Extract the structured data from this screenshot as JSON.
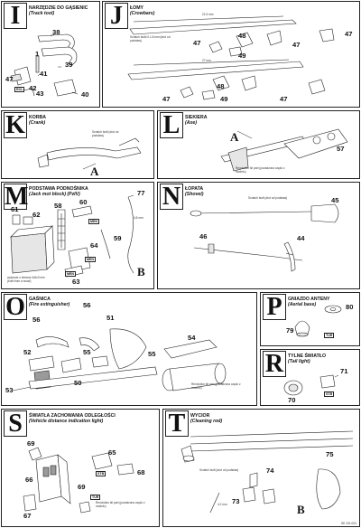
{
  "panels": {
    "I": {
      "letter": "I",
      "title": "NARZĘDZIE DO GĄSIENIC",
      "subtitle": "(Track tool)",
      "labels": [
        "38",
        "1",
        "41",
        "39",
        "47",
        "42",
        "43",
        "40"
      ],
      "tag": "RCL"
    },
    "J": {
      "letter": "J",
      "title": "ŁOMY",
      "subtitle": "(Crowbars)",
      "dim1": "21.5 mm",
      "dim2": "27 mm",
      "note": "Scratch build 0.1.8 mm (drut od podstaw)",
      "labels": [
        "48",
        "47",
        "47",
        "49",
        "47",
        "48",
        "47",
        "47",
        "49"
      ]
    },
    "K": {
      "letter": "K",
      "title": "KORBA",
      "subtitle": "(Crank)",
      "note": "Scratch built (drut od podstaw)",
      "ref": "A"
    },
    "L": {
      "letter": "L",
      "title": "SIEKIERA",
      "subtitle": "(Axe)",
      "note": "Revolution kit part (pozadzona część z modelu)",
      "ref": "A",
      "labels": [
        "57"
      ]
    },
    "M": {
      "letter": "M",
      "title": "PODSTAWA PODNOŚNIKA",
      "subtitle": "(Jack mot block) (PzIV)",
      "labels": [
        "61",
        "62",
        "58",
        "60",
        "77",
        "59",
        "64",
        "63"
      ],
      "tags": [
        "MEN",
        "MEN",
        "MEN"
      ],
      "note": "wykonać z drewna 0x6x3 mm (built from a wood)",
      "ref": "B",
      "dim": "4.8 mm"
    },
    "N": {
      "letter": "N",
      "title": "ŁOPATA",
      "subtitle": "(Shovel)",
      "note": "Scratch built (drut od podstaw)",
      "labels": [
        "45",
        "46",
        "44"
      ]
    },
    "O": {
      "letter": "O",
      "title": "GAŚNICA",
      "subtitle": "(Fire extinguisher)",
      "labels": [
        "56",
        "56",
        "51",
        "54",
        "52",
        "55",
        "55",
        "53",
        "50"
      ],
      "note": "Revolution kit part (pozadzona część z modelu)"
    },
    "P": {
      "letter": "P",
      "title": "GNIAZDO ANTENY",
      "subtitle": "(Aerial base)",
      "labels": [
        "80",
        "79"
      ],
      "tag": "TUR"
    },
    "R": {
      "letter": "R",
      "title": "TYLNE ŚWIATŁO",
      "subtitle": "(Tail light)",
      "labels": [
        "71",
        "70"
      ],
      "tag": "STB"
    },
    "S": {
      "letter": "S",
      "title": "ŚWIATŁA ZACHOWANIA ODLEGŁOŚCI",
      "subtitle": "(Vehicle distance indication light)",
      "labels": [
        "69",
        "66",
        "67",
        "65",
        "68",
        "69"
      ],
      "tags": [
        "STB",
        "TUR"
      ],
      "note": "Revolution kit part (pozadzona część z modelu)"
    },
    "T": {
      "letter": "T",
      "title": "WYCIOR",
      "subtitle": "(Cleaning rod)",
      "note": "Scratch built (drut od podstaw)",
      "labels": [
        "74",
        "73",
        "75"
      ],
      "ref": "B",
      "dim": "4.2 mm"
    }
  },
  "footer": {
    "code": "SE-SH-003"
  }
}
